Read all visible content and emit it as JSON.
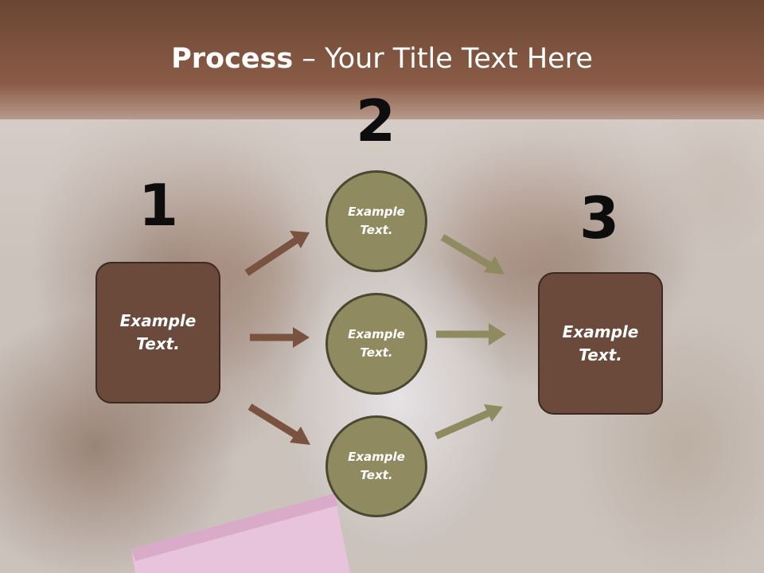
{
  "slide": {
    "title_bold": "Process",
    "title_rest": " – Your Title Text Here",
    "numbers": [
      "1",
      "2",
      "3"
    ],
    "left_box_text": "Example\nText.",
    "right_box_text": "Example\nText.",
    "circles": [
      {
        "text": "Example\nText."
      },
      {
        "text": "Example\nText."
      },
      {
        "text": "Example\nText."
      }
    ]
  },
  "colors": {
    "header_brown": "#7a5240",
    "box_brown": "#6b4a3b",
    "circle_olive": "#8f8a5f",
    "arrow_brown": "#7a5240",
    "arrow_olive": "#8f8a5f"
  }
}
